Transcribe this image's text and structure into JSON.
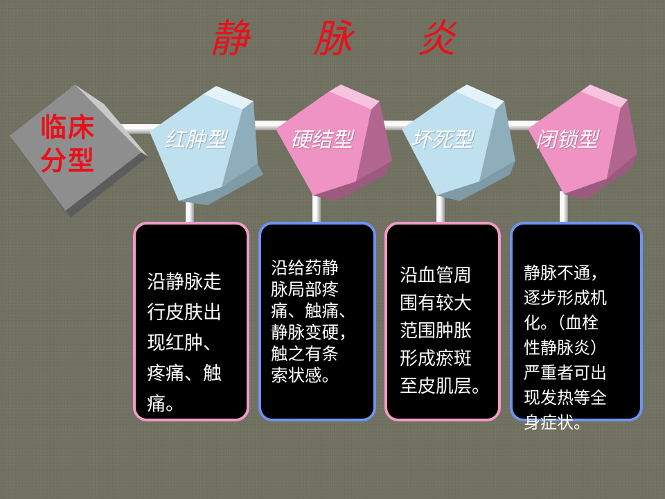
{
  "title": "静 脉 炎",
  "root": {
    "label": "临床\n分型"
  },
  "types": [
    {
      "label": "红肿型",
      "color": "#bfe0ef",
      "description": "沿静脉走\n行皮肤出\n现红肿、\n疼痛、触\n痛。"
    },
    {
      "label": "硬结型",
      "color": "#ef92c4",
      "description": "沿给药静\n脉局部疼\n痛、触痛、\n静脉变硬，\n触之有条\n索状感。"
    },
    {
      "label": "坏死型",
      "color": "#bfe0ef",
      "description": "沿血管周\n围有较大\n范围肿胀\n形成瘀斑\n至皮肌层。"
    },
    {
      "label": "闭锁型",
      "color": "#ef92c4",
      "description": "静脉不通，\n逐步形成机\n化。（血栓\n性静脉炎）\n严重者可出\n现发热等全\n身症状。"
    }
  ]
}
